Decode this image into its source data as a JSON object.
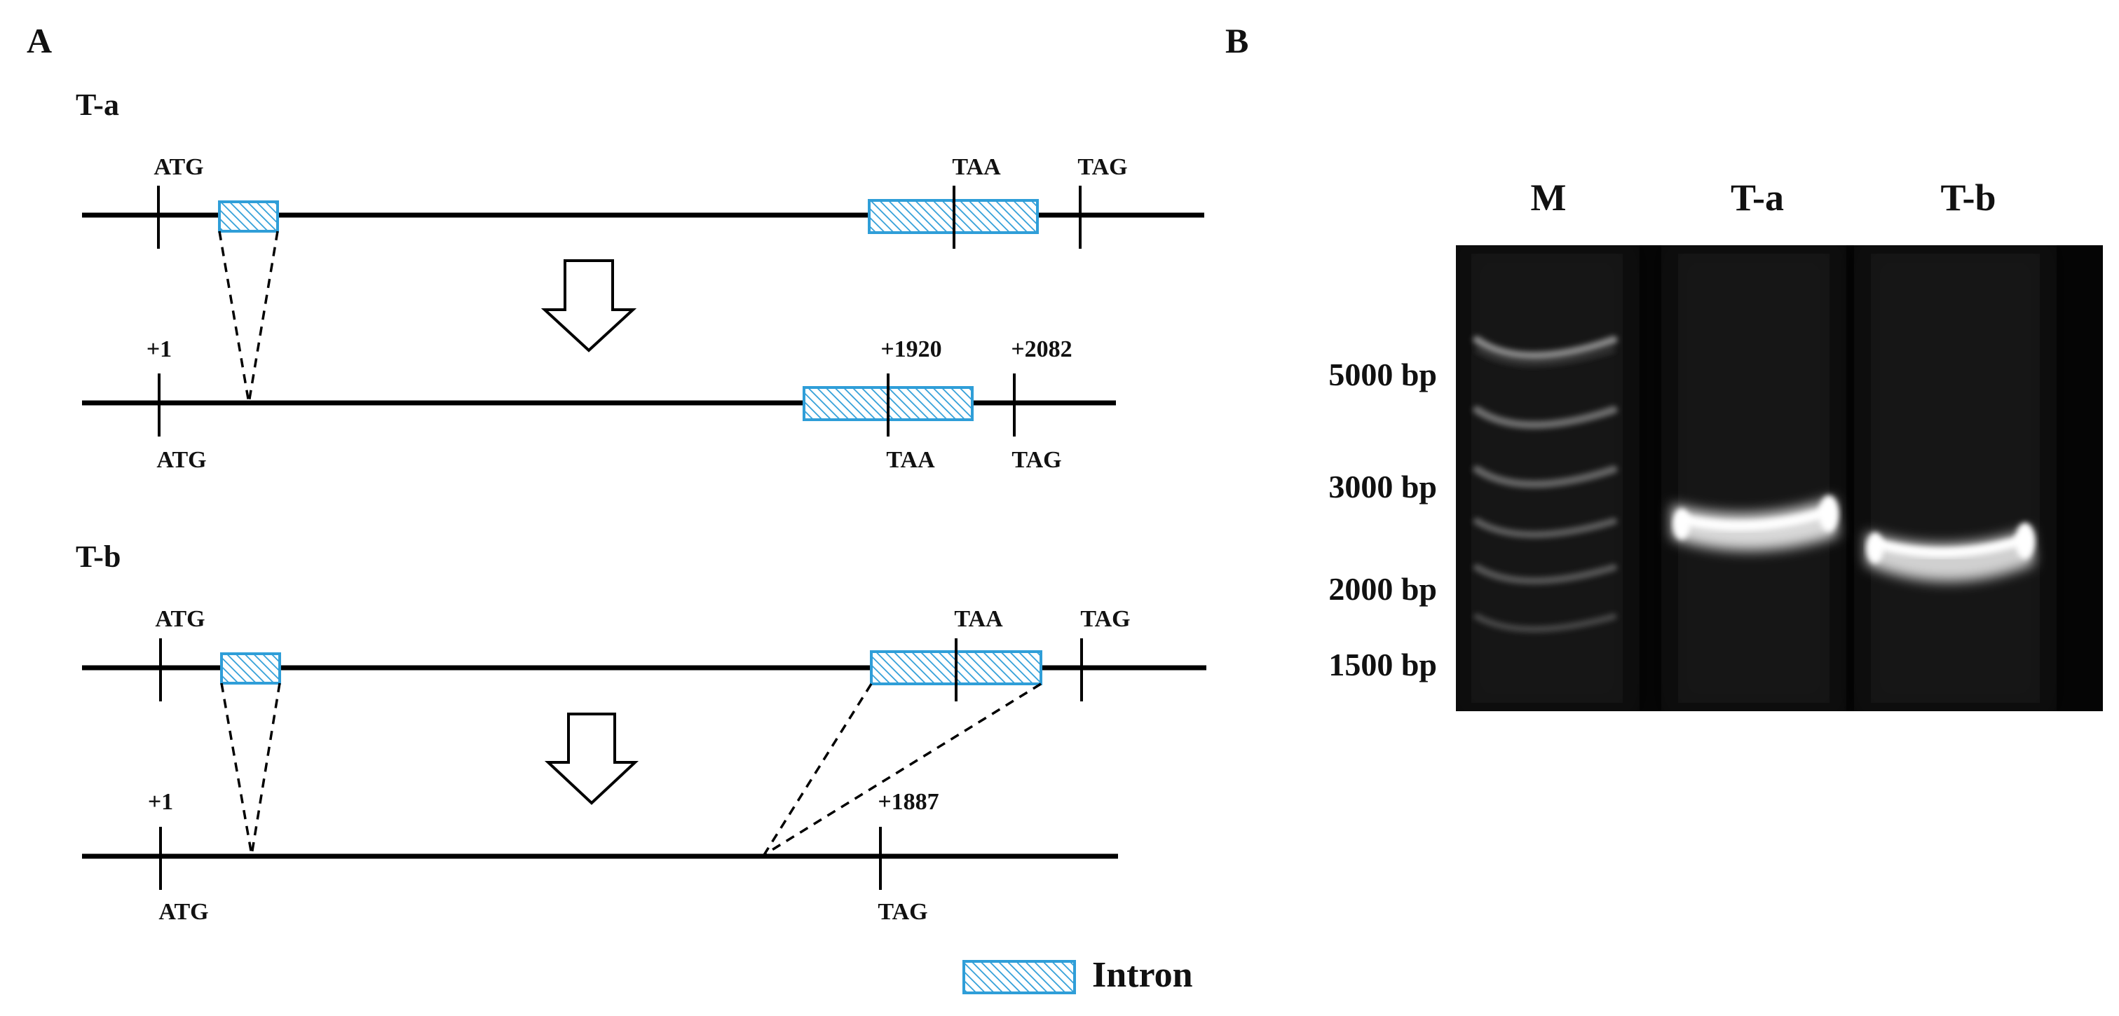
{
  "panels": {
    "a": "A",
    "b": "B"
  },
  "panel_a": {
    "ta": {
      "title": "T-a",
      "genomic": {
        "start_codon": "ATG",
        "stop_codon_1": "TAA",
        "stop_codon_2": "TAG"
      },
      "transcript": {
        "position_start": "+1",
        "position_stop_1": "+1920",
        "position_stop_2": "+2082",
        "start_codon": "ATG",
        "stop_codon_1": "TAA",
        "stop_codon_2": "TAG"
      }
    },
    "tb": {
      "title": "T-b",
      "genomic": {
        "start_codon": "ATG",
        "stop_codon_1": "TAA",
        "stop_codon_2": "TAG"
      },
      "transcript": {
        "position_start": "+1",
        "position_stop": "+1887",
        "start_codon": "ATG",
        "stop_codon": "TAG"
      }
    }
  },
  "legend": {
    "intron": "Intron"
  },
  "panel_b": {
    "lanes": [
      "M",
      "T-a",
      "T-b"
    ],
    "ladder": [
      "5000 bp",
      "3000 bp",
      "2000 bp",
      "1500 bp"
    ]
  },
  "colors": {
    "intron_hatch": "#2f9ed8",
    "gel_background": "#050505"
  }
}
